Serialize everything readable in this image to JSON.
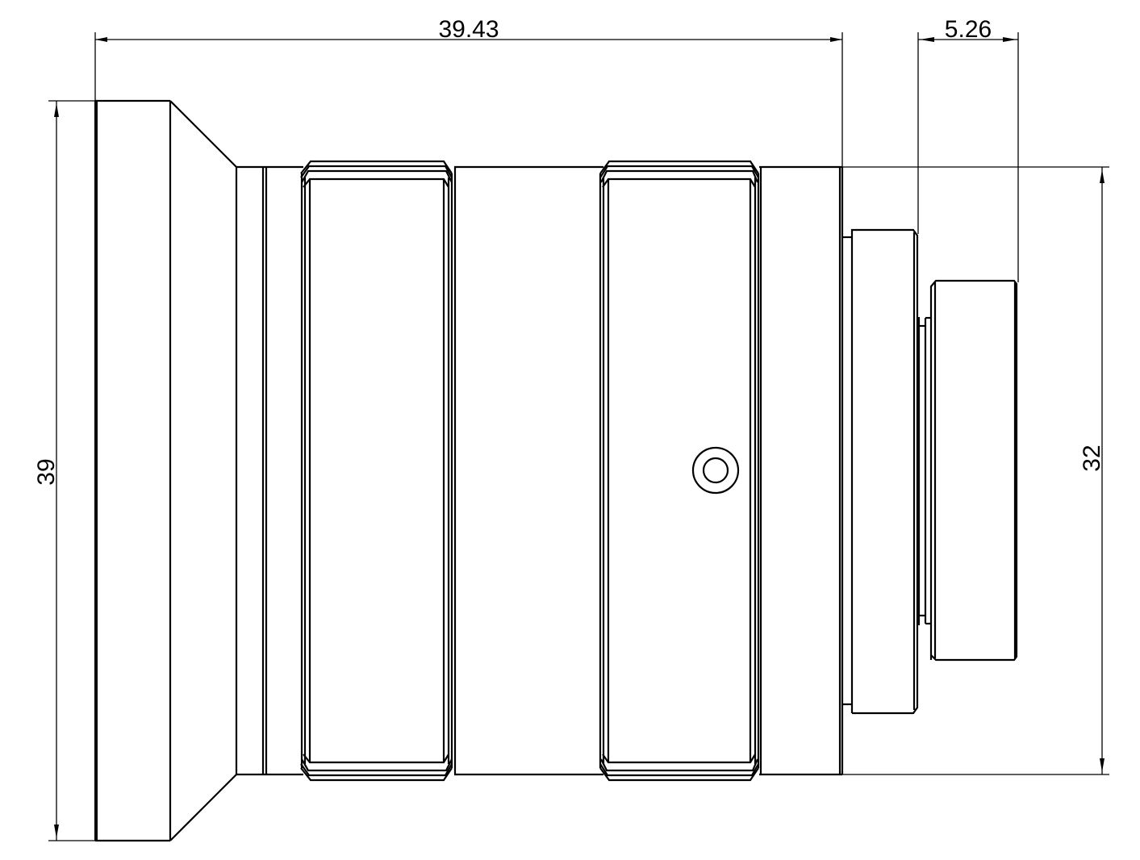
{
  "drawing": {
    "title": "Lens side view technical drawing",
    "line_color": "#000000",
    "background": "#ffffff",
    "units": "mm"
  },
  "dimensions": {
    "overall_length": {
      "label": "39.43",
      "orientation": "horizontal"
    },
    "mount_length": {
      "label": "5.26",
      "orientation": "horizontal"
    },
    "front_diameter": {
      "label": "39",
      "orientation": "vertical"
    },
    "body_diameter": {
      "label": "32",
      "orientation": "vertical"
    }
  },
  "features": [
    {
      "name": "front-hood",
      "description": "Front flange with conical taper"
    },
    {
      "name": "focus-ring",
      "description": "Knurled ring 1"
    },
    {
      "name": "iris-ring",
      "description": "Knurled ring 2"
    },
    {
      "name": "lock-screw",
      "description": "Set screw on barrel"
    },
    {
      "name": "rear-mount",
      "description": "Stepped rear mount"
    }
  ]
}
